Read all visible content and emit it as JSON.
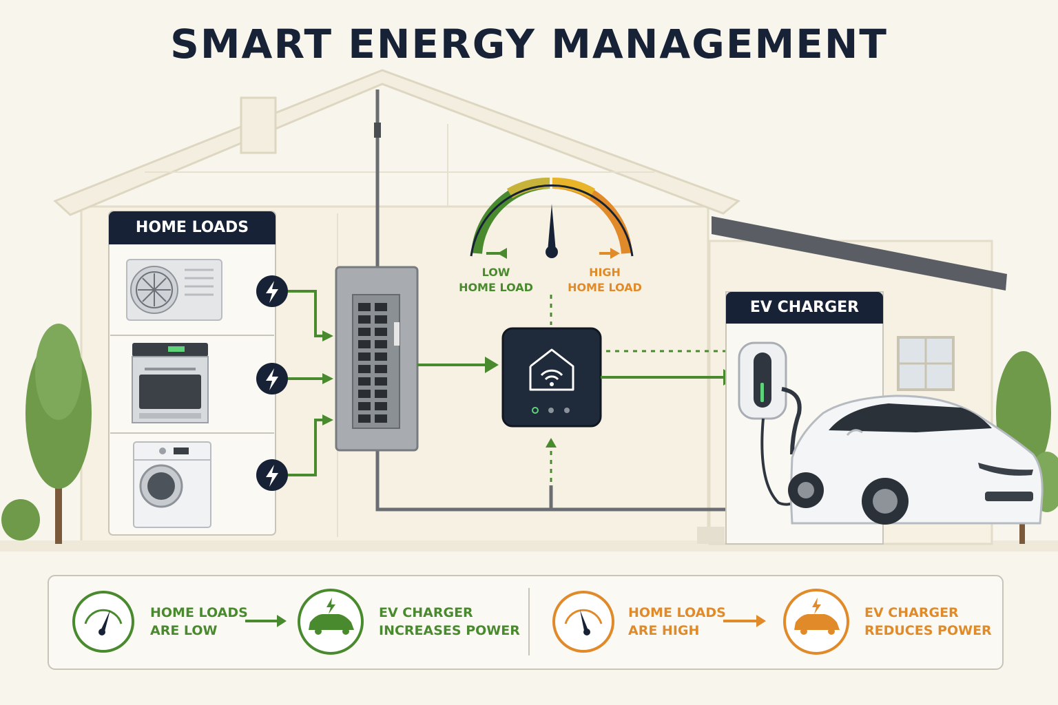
{
  "title": "SMART ENERGY MANAGEMENT",
  "home_loads": {
    "title": "HOME LOADS",
    "appliances": [
      "air-conditioner",
      "electric-range",
      "washing-machine"
    ]
  },
  "ev_charger": {
    "title": "EV CHARGER"
  },
  "gauge": {
    "low_line1": "LOW",
    "low_line2": "HOME LOAD",
    "high_line1": "HIGH",
    "high_line2": "HOME LOAD"
  },
  "legend": {
    "low_line1": "HOME LOADS",
    "low_line2": "ARE LOW",
    "increase_line1": "EV CHARGER",
    "increase_line2": "INCREASES POWER",
    "high_line1": "HOME LOADS",
    "high_line2": "ARE HIGH",
    "reduce_line1": "EV CHARGER",
    "reduce_line2": "REDUCES POWER"
  },
  "colors": {
    "navy": "#172236",
    "green": "#4a8a2e",
    "orange": "#e08a2a",
    "yellow": "#e7b42a",
    "background": "#f8f5ec"
  },
  "icons": [
    "bolt-icon",
    "wifi-home-icon",
    "gauge-icon",
    "car-icon"
  ]
}
